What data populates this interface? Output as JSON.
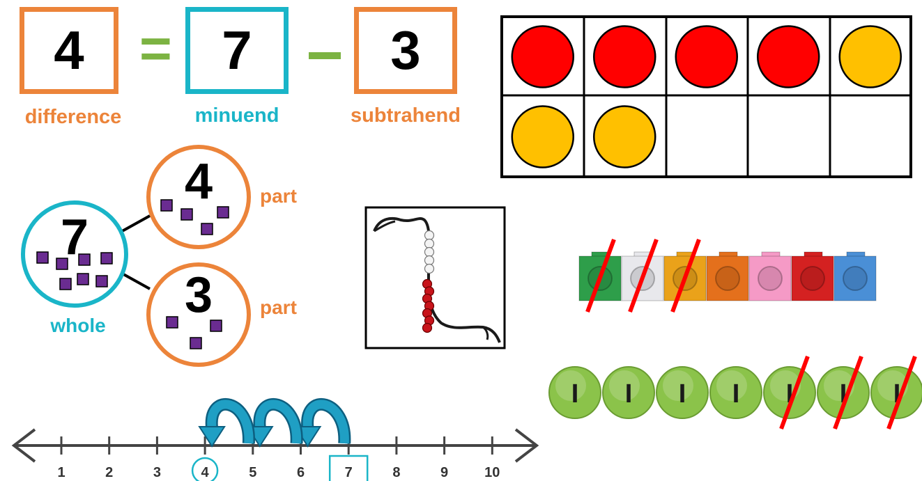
{
  "equation": {
    "difference": "4",
    "equals": "=",
    "minuend": "7",
    "minus": "–",
    "subtrahend": "3",
    "difference_label": "difference",
    "minuend_label": "minuend",
    "subtrahend_label": "subtrahend"
  },
  "number_bond": {
    "whole": "7",
    "whole_label": "whole",
    "part_top": "4",
    "part_bottom": "3",
    "part_label_top": "part",
    "part_label_bottom": "part",
    "whole_squares": 7,
    "top_squares": 4,
    "bottom_squares": 3
  },
  "ten_frame": {
    "cells": 10,
    "red_counters": 4,
    "yellow_counters": 3
  },
  "bead_string": {
    "white_beads": 5,
    "red_beads": 7
  },
  "cubes": {
    "colors": [
      "#2e9e4a",
      "#e8e8ec",
      "#eaa21a",
      "#e4701c",
      "#f59ac6",
      "#d42121",
      "#4a8fd6"
    ],
    "crossed_out": 3
  },
  "chips": {
    "count": 7,
    "chip_label": "I",
    "crossed_out": 3
  },
  "number_line": {
    "ticks": [
      "1",
      "2",
      "3",
      "4",
      "5",
      "6",
      "7",
      "8",
      "9",
      "10"
    ],
    "start_box": "7",
    "end_circle": "4",
    "jumps": [
      "-1",
      "-1",
      "-1"
    ]
  },
  "colors": {
    "orange": "#ec843a",
    "teal": "#1ab5c8",
    "green": "#7cb342",
    "purple": "#6a2c91",
    "red": "#ff0000",
    "yellow": "#ffc000",
    "jump": "#1f9fc4"
  }
}
